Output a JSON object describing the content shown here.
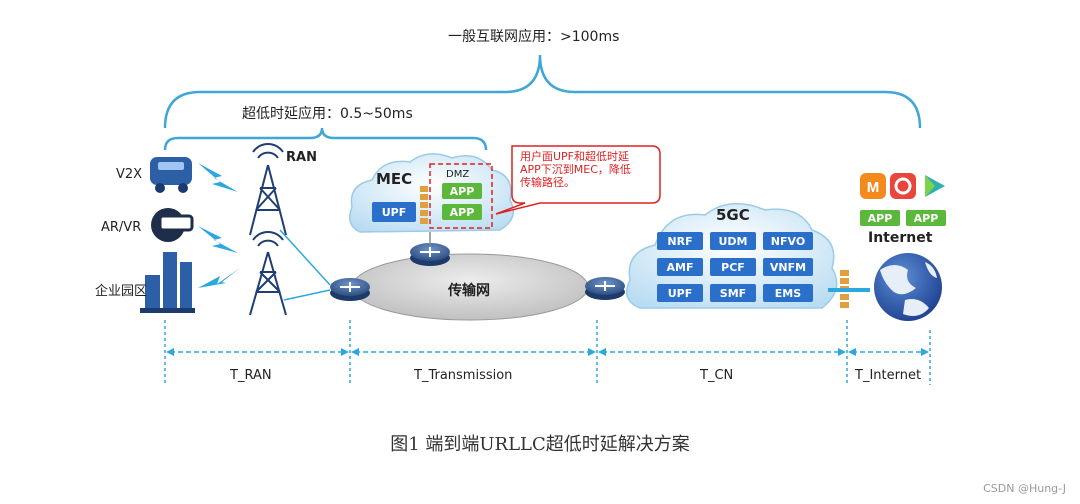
{
  "latency": {
    "general": "一般互联网应用：>100ms",
    "ultra_low": "超低时延应用：0.5~50ms"
  },
  "devices": [
    "V2X",
    "AR/VR",
    "企业园区"
  ],
  "ran_label": "RAN",
  "mec": {
    "title": "MEC",
    "upf": "UPF",
    "dmz": "DMZ",
    "apps": [
      "APP",
      "APP"
    ]
  },
  "callout": "用户面UPF和超低时延APP下沉到MEC，降低传输路径。",
  "transport_label": "传输网",
  "core": {
    "title": "5GC",
    "functions": [
      "NRF",
      "UDM",
      "NFVO",
      "AMF",
      "PCF",
      "VNFM",
      "UPF",
      "SMF",
      "EMS"
    ]
  },
  "internet": {
    "label": "Internet",
    "apps": [
      "APP",
      "APP"
    ]
  },
  "segments": [
    "T_RAN",
    "T_Transmission",
    "T_CN",
    "T_Internet"
  ],
  "caption": "图1    端到端URLLC超低时延解决方案",
  "watermark": "CSDN @Hung-J",
  "colors": {
    "brace": "#3fa7d6",
    "blue_box": "#2a6fc9",
    "green_box": "#5cb83a",
    "callout": "#dd2222",
    "lightning": "#2ba8e0"
  }
}
